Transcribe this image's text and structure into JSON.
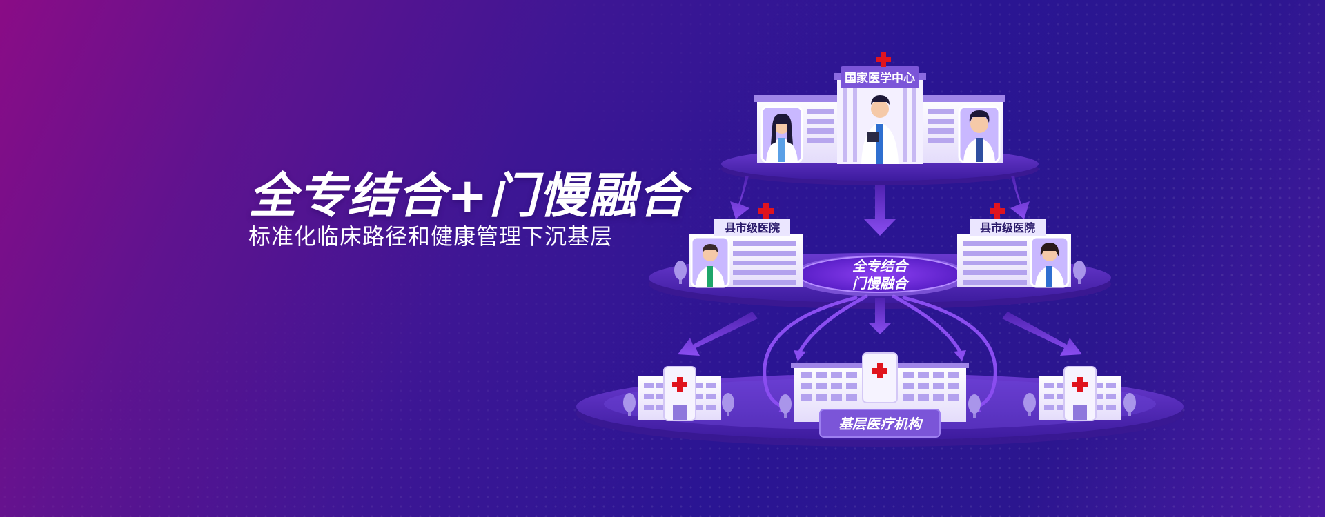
{
  "hero": {
    "headline": "全专结合+门慢融合",
    "subheadline": "标准化临床路径和健康管理下沉基层"
  },
  "diagram": {
    "national_center_label": "国家医学中心",
    "county_hospital_left_label": "县市级医院",
    "county_hospital_right_label": "县市级医院",
    "hub_line1": "全专结合",
    "hub_line2": "门慢融合",
    "primary_care_label": "基层医疗机构"
  },
  "colors": {
    "background_start": "#8a0c86",
    "background_end": "#2a1593",
    "platform": "#5a2fc0",
    "accent_red": "#e0141e",
    "label_bg": "#6b3fd0"
  },
  "icons": [
    "red-cross-icon",
    "doctor-avatar-icon",
    "hospital-building-icon",
    "tree-icon",
    "arrow-icon"
  ]
}
